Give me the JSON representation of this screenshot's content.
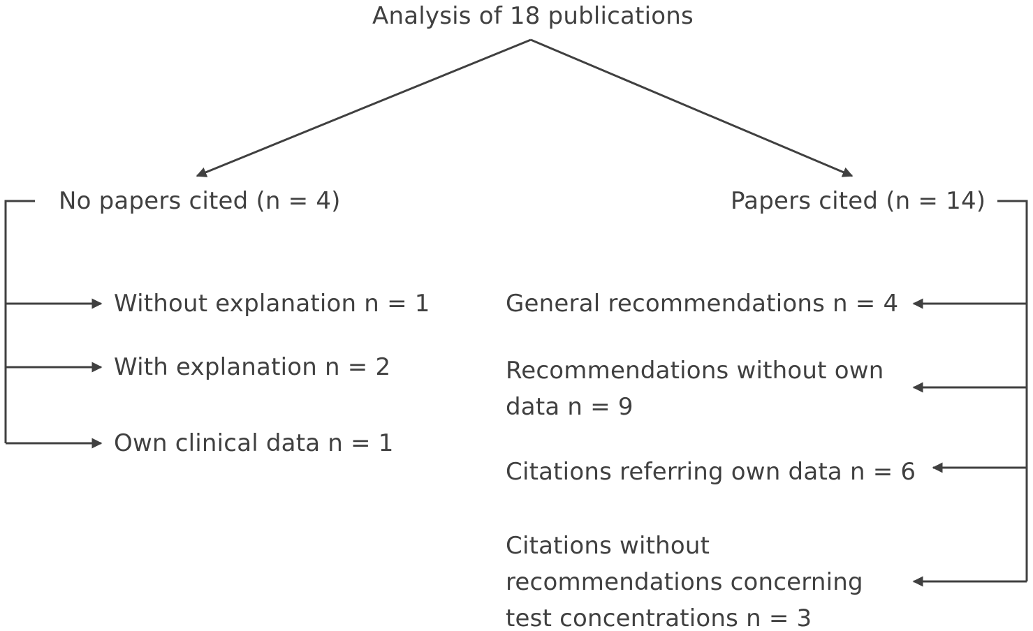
{
  "colors": {
    "text": "#404040",
    "line": "#404040",
    "background": "#ffffff"
  },
  "root": {
    "label": "Analysis of 18 publications"
  },
  "branches": {
    "left": {
      "label": "No papers cited (n = 4)",
      "children": [
        {
          "label": "Without explanation n = 1"
        },
        {
          "label": "With explanation n = 2"
        },
        {
          "label": "Own clinical data n = 1"
        }
      ]
    },
    "right": {
      "label": "Papers cited (n = 14)",
      "children": [
        {
          "label": "General recommendations n = 4"
        },
        {
          "label": "Recommendations without own data n = 9"
        },
        {
          "label": "Citations referring own data n = 6"
        },
        {
          "label": "Citations without recommendations concerning test concentrations n = 3"
        }
      ]
    }
  }
}
